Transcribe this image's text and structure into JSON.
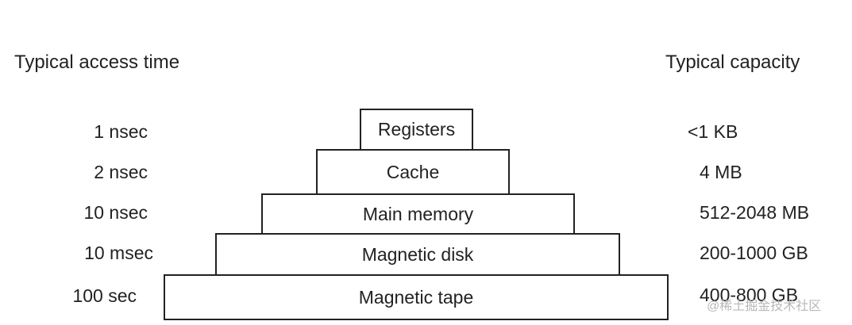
{
  "headers": {
    "access_time": "Typical access time",
    "capacity": "Typical capacity"
  },
  "levels": [
    {
      "name": "Registers",
      "access_time": "1 nsec",
      "capacity": "<1 KB"
    },
    {
      "name": "Cache",
      "access_time": "2 nsec",
      "capacity": "4 MB"
    },
    {
      "name": "Main memory",
      "access_time": "10 nsec",
      "capacity": "512-2048 MB"
    },
    {
      "name": "Magnetic disk",
      "access_time": "10 msec",
      "capacity": "200-1000 GB"
    },
    {
      "name": "Magnetic tape",
      "access_time": "100 sec",
      "capacity": "400-800  GB"
    }
  ],
  "watermark": "@稀土掘金技术社区"
}
